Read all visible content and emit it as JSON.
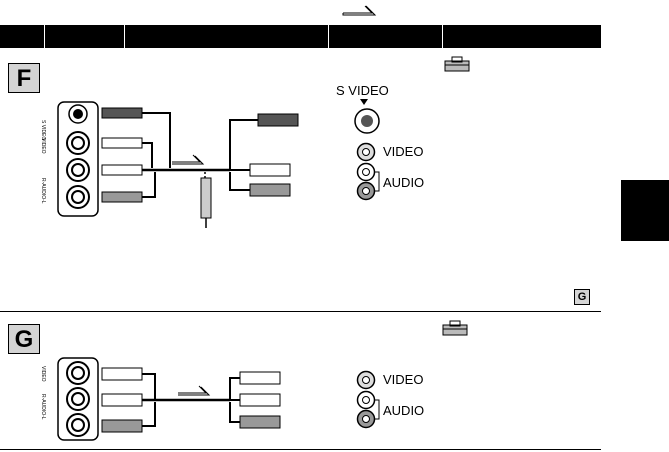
{
  "sections": [
    {
      "letter": "F",
      "s_video_label": "S VIDEO",
      "video_label": "VIDEO",
      "audio_label": "AUDIO",
      "jack_labels": [
        "S VIDEO",
        "VIDEO",
        "R-AUDIO-L"
      ],
      "next_ref": "G"
    },
    {
      "letter": "G",
      "video_label": "VIDEO",
      "audio_label": "AUDIO",
      "jack_labels": [
        "VIDEO",
        "R-AUDIO-L"
      ]
    }
  ]
}
